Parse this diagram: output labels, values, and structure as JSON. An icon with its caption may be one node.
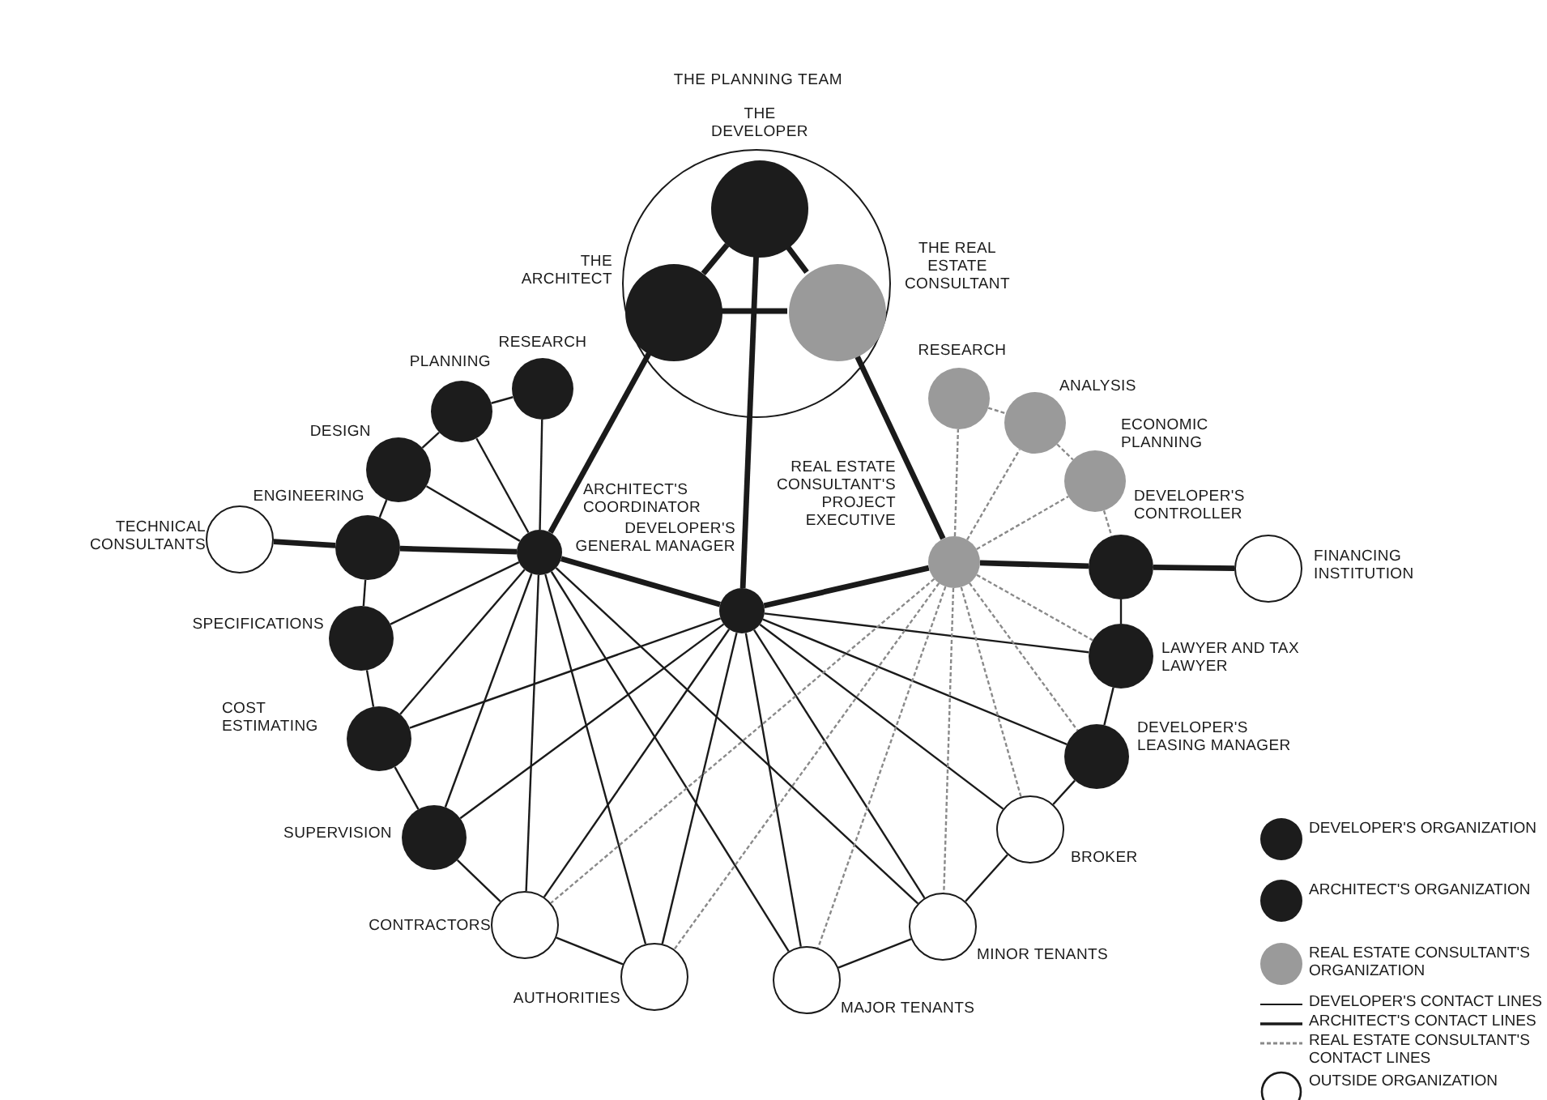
{
  "diagram": {
    "title": "THE PLANNING TEAM",
    "nodes": [
      {
        "text": [],
        "shape": "circle"
      },
      {
        "text": [
          "THE DEVELOPER"
        ],
        "in": 0
      },
      {
        "text": [
          "THE ARCHITECT"
        ],
        "in": 0
      },
      {
        "text": [
          "THE REAL ESTATE CONSULTANT"
        ],
        "in": 0
      },
      {
        "text": [
          "ARCHITECT'S COORDINATOR"
        ]
      },
      {
        "text": [
          "DEVELOPER'S GENERAL MANAGER"
        ]
      },
      {
        "text": [
          "REAL ESTATE CONSULTANT'S PROJECT EXECUTIVE"
        ]
      },
      {
        "text": [
          "RESEARCH"
        ]
      },
      {
        "text": [
          "PLANNING"
        ]
      },
      {
        "text": [
          "DESIGN"
        ]
      },
      {
        "text": [
          "ENGINEERING"
        ]
      },
      {
        "text": [
          "TECHNICAL CONSULTANTS"
        ]
      },
      {
        "text": [
          "SPECIFICATIONS"
        ]
      },
      {
        "text": [
          "COST ESTIMATING"
        ]
      },
      {
        "text": [
          "SUPERVISION"
        ]
      },
      {
        "text": [
          "CONTRACTORS"
        ]
      },
      {
        "text": [
          "AUTHORITIES"
        ]
      },
      {
        "text": [
          "MAJOR TENANTS"
        ]
      },
      {
        "text": [
          "MINOR TENANTS"
        ]
      },
      {
        "text": [
          "BROKER"
        ]
      },
      {
        "text": [
          "RESEARCH"
        ]
      },
      {
        "text": [
          "ANALYSIS"
        ]
      },
      {
        "text": [
          "ECONOMIC PLANNING"
        ]
      },
      {
        "text": [
          "DEVELOPER'S CONTROLLER"
        ]
      },
      {
        "text": [
          "FINANCING INSTITUTION"
        ]
      },
      {
        "text": [
          "LAWYER AND TAX LAWYER"
        ]
      },
      {
        "text": [
          "DEVELOPER'S LEASING MANAGER"
        ]
      }
    ],
    "edges": [
      {
        "from": 1,
        "to": 2,
        "arrow": "none",
        "style": "thick"
      },
      {
        "from": 1,
        "to": 3,
        "arrow": "none",
        "style": "thick"
      },
      {
        "from": 2,
        "to": 3,
        "arrow": "none",
        "style": "thick"
      },
      {
        "from": 1,
        "to": 5,
        "arrow": "none",
        "style": "thick"
      },
      {
        "from": 2,
        "to": 4,
        "arrow": "none",
        "style": "thick"
      },
      {
        "from": 3,
        "to": 6,
        "arrow": "none",
        "style": "thick"
      },
      {
        "from": 4,
        "to": 5,
        "arrow": "none",
        "style": "thick"
      },
      {
        "from": 5,
        "to": 6,
        "arrow": "none",
        "style": "thick"
      },
      {
        "from": 4,
        "to": 10,
        "arrow": "none",
        "style": "thick"
      },
      {
        "from": 10,
        "to": 11,
        "arrow": "none",
        "style": "thick"
      },
      {
        "from": 6,
        "to": 23,
        "arrow": "none",
        "style": "thick"
      },
      {
        "from": 23,
        "to": 24,
        "arrow": "none",
        "style": "thick"
      },
      {
        "from": 7,
        "to": 8,
        "arrow": "none"
      },
      {
        "from": 8,
        "to": 9,
        "arrow": "none"
      },
      {
        "from": 9,
        "to": 10,
        "arrow": "none"
      },
      {
        "from": 10,
        "to": 12,
        "arrow": "none"
      },
      {
        "from": 12,
        "to": 13,
        "arrow": "none"
      },
      {
        "from": 13,
        "to": 14,
        "arrow": "none"
      },
      {
        "from": 14,
        "to": 15,
        "arrow": "none"
      },
      {
        "from": 15,
        "to": 16,
        "arrow": "none"
      },
      {
        "from": 4,
        "to": 7,
        "arrow": "none"
      },
      {
        "from": 4,
        "to": 8,
        "arrow": "none"
      },
      {
        "from": 4,
        "to": 9,
        "arrow": "none"
      },
      {
        "from": 4,
        "to": 12,
        "arrow": "none"
      },
      {
        "from": 4,
        "to": 13,
        "arrow": "none"
      },
      {
        "from": 4,
        "to": 14,
        "arrow": "none"
      },
      {
        "from": 4,
        "to": 15,
        "arrow": "none"
      },
      {
        "from": 4,
        "to": 16,
        "arrow": "none"
      },
      {
        "from": 4,
        "to": 17,
        "arrow": "none"
      },
      {
        "from": 4,
        "to": 18,
        "arrow": "none"
      },
      {
        "from": 5,
        "to": 13,
        "arrow": "none"
      },
      {
        "from": 5,
        "to": 14,
        "arrow": "none"
      },
      {
        "from": 5,
        "to": 15,
        "arrow": "none"
      },
      {
        "from": 5,
        "to": 16,
        "arrow": "none"
      },
      {
        "from": 5,
        "to": 17,
        "arrow": "none"
      },
      {
        "from": 5,
        "to": 18,
        "arrow": "none"
      },
      {
        "from": 5,
        "to": 19,
        "arrow": "none"
      },
      {
        "from": 5,
        "to": 25,
        "arrow": "none"
      },
      {
        "from": 5,
        "to": 26,
        "arrow": "none"
      },
      {
        "from": 6,
        "to": 20,
        "arrow": "none",
        "style": "dashed",
        "color": "#8a8a8a"
      },
      {
        "from": 6,
        "to": 21,
        "arrow": "none",
        "style": "dashed",
        "color": "#8a8a8a"
      },
      {
        "from": 6,
        "to": 22,
        "arrow": "none",
        "style": "dashed",
        "color": "#8a8a8a"
      },
      {
        "from": 6,
        "to": 25,
        "arrow": "none",
        "style": "dashed",
        "color": "#8a8a8a"
      },
      {
        "from": 6,
        "to": 26,
        "arrow": "none",
        "style": "dashed",
        "color": "#8a8a8a"
      },
      {
        "from": 6,
        "to": 19,
        "arrow": "none",
        "style": "dashed",
        "color": "#8a8a8a"
      },
      {
        "from": 6,
        "to": 18,
        "arrow": "none",
        "style": "dashed",
        "color": "#8a8a8a"
      },
      {
        "from": 6,
        "to": 17,
        "arrow": "none",
        "style": "dashed",
        "color": "#8a8a8a"
      },
      {
        "from": 6,
        "to": 16,
        "arrow": "none",
        "style": "dashed",
        "color": "#8a8a8a"
      },
      {
        "from": 6,
        "to": 15,
        "arrow": "none",
        "style": "dashed",
        "color": "#8a8a8a"
      },
      {
        "from": 20,
        "to": 21,
        "arrow": "none",
        "style": "dashed",
        "color": "#8a8a8a"
      },
      {
        "from": 21,
        "to": 22,
        "arrow": "none",
        "style": "dashed",
        "color": "#8a8a8a"
      },
      {
        "from": 22,
        "to": 23,
        "arrow": "none",
        "style": "dashed",
        "color": "#8a8a8a"
      },
      {
        "from": 23,
        "to": 25,
        "arrow": "none"
      },
      {
        "from": 25,
        "to": 26,
        "arrow": "none"
      },
      {
        "from": 26,
        "to": 19,
        "arrow": "none"
      },
      {
        "from": 19,
        "to": 18,
        "arrow": "none"
      },
      {
        "from": 18,
        "to": 17,
        "arrow": "none"
      }
    ],
    "legend": [
      {
        "text": "DEVELOPER'S ORGANIZATION",
        "color": "#1c1c1c"
      },
      {
        "text": "ARCHITECT'S ORGANIZATION",
        "color": "#1c1c1c"
      },
      {
        "text": "REAL ESTATE CONSULTANT'S ORGANIZATION",
        "color": "#9a9a9a"
      },
      {
        "text": "DEVELOPER'S CONTACT LINES"
      },
      {
        "text": "ARCHITECT'S CONTACT LINES"
      },
      {
        "text": "REAL ESTATE CONSULTANT'S CONTACT LINES"
      },
      {
        "text": "OUTSIDE ORGANIZATION"
      }
    ]
  }
}
